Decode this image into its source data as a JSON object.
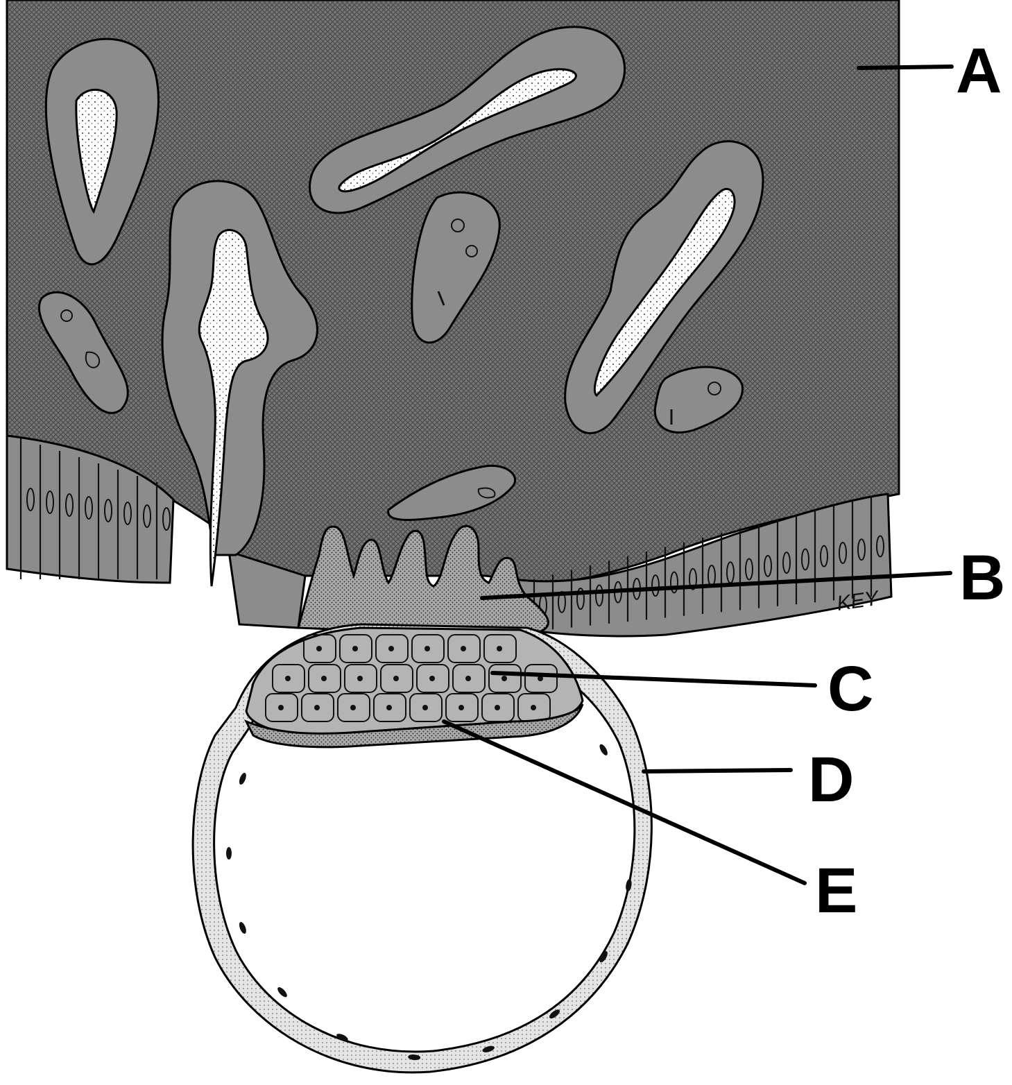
{
  "labels": {
    "A": "A",
    "B": "B",
    "C": "C",
    "D": "D",
    "E": "E"
  },
  "signature": "KEY",
  "colors": {
    "stroma": "#6e6e6e",
    "epithelium": "#8c8c8c",
    "lumen": "#ffffff",
    "syncytiotrophoblast": "#9a9a9a",
    "embryoblast": "#b4b4b4",
    "trophoblast_wall": "#dcdcdc",
    "ink": "#000000"
  }
}
